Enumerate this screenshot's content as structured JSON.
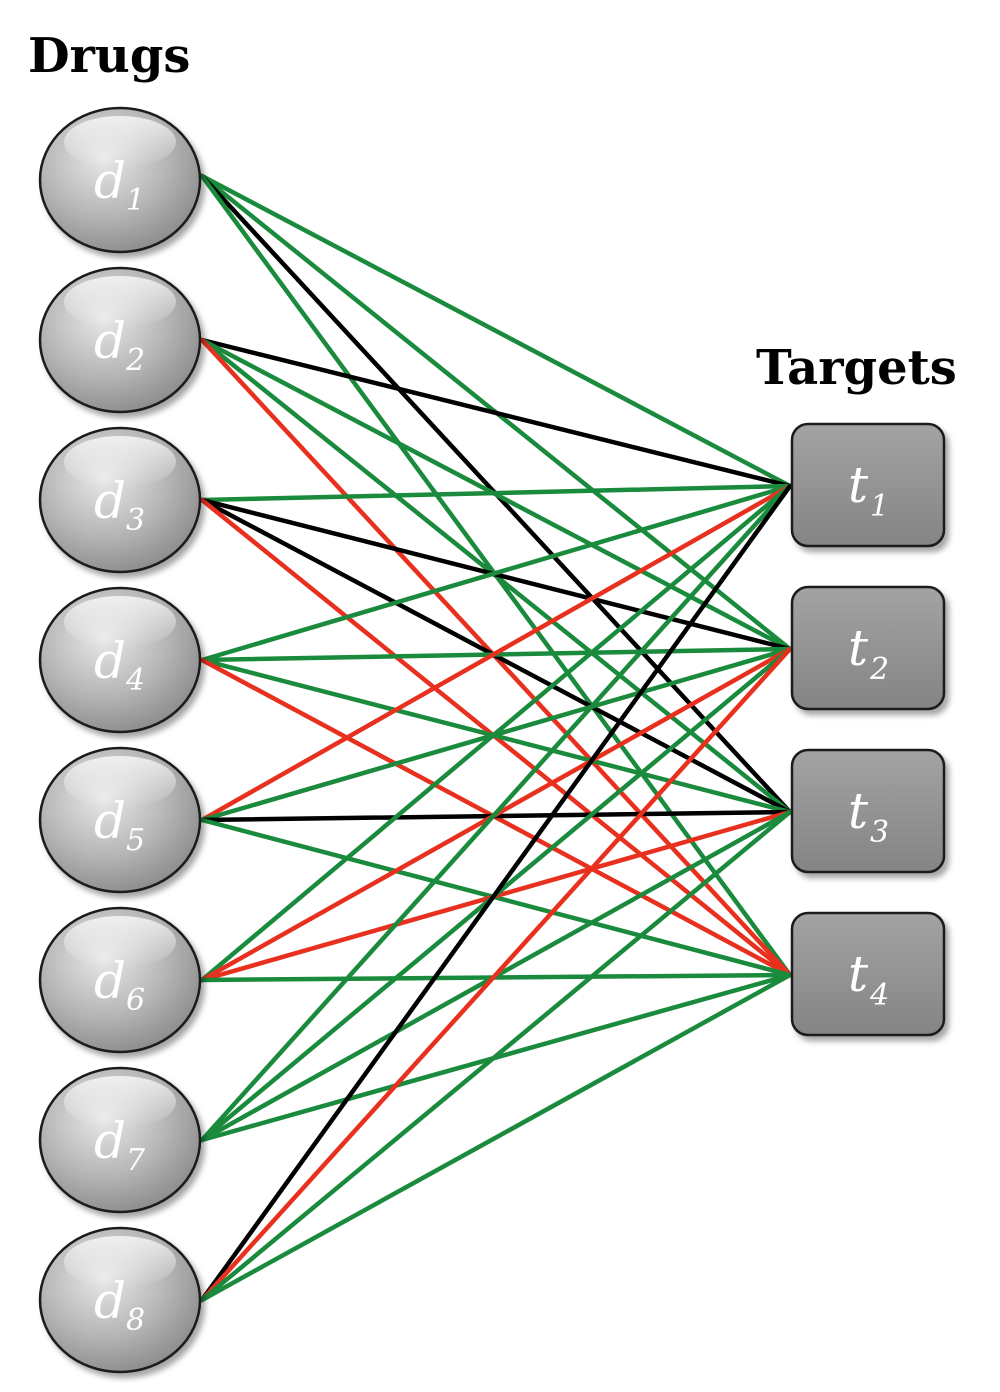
{
  "headings": {
    "drugs": "Drugs",
    "targets": "Targets"
  },
  "colors": {
    "green": "#1a8a3c",
    "red": "#e8301f",
    "black": "#000000",
    "drug_fill_light": "#e6e6e6",
    "drug_fill_dark": "#8c8c8c",
    "target_fill": "#8f8f8f"
  },
  "drugs": [
    {
      "id": "d1",
      "letter": "d",
      "sub": "1"
    },
    {
      "id": "d2",
      "letter": "d",
      "sub": "2"
    },
    {
      "id": "d3",
      "letter": "d",
      "sub": "3"
    },
    {
      "id": "d4",
      "letter": "d",
      "sub": "4"
    },
    {
      "id": "d5",
      "letter": "d",
      "sub": "5"
    },
    {
      "id": "d6",
      "letter": "d",
      "sub": "6"
    },
    {
      "id": "d7",
      "letter": "d",
      "sub": "7"
    },
    {
      "id": "d8",
      "letter": "d",
      "sub": "8"
    }
  ],
  "targets": [
    {
      "id": "t1",
      "letter": "t",
      "sub": "1"
    },
    {
      "id": "t2",
      "letter": "t",
      "sub": "2"
    },
    {
      "id": "t3",
      "letter": "t",
      "sub": "3"
    },
    {
      "id": "t4",
      "letter": "t",
      "sub": "4"
    }
  ],
  "edges": [
    {
      "drug": "d1",
      "target": "t1",
      "color": "green"
    },
    {
      "drug": "d1",
      "target": "t2",
      "color": "green"
    },
    {
      "drug": "d1",
      "target": "t3",
      "color": "black"
    },
    {
      "drug": "d1",
      "target": "t4",
      "color": "green"
    },
    {
      "drug": "d2",
      "target": "t1",
      "color": "black"
    },
    {
      "drug": "d2",
      "target": "t2",
      "color": "green"
    },
    {
      "drug": "d2",
      "target": "t3",
      "color": "green"
    },
    {
      "drug": "d2",
      "target": "t4",
      "color": "red"
    },
    {
      "drug": "d3",
      "target": "t1",
      "color": "green"
    },
    {
      "drug": "d3",
      "target": "t2",
      "color": "black"
    },
    {
      "drug": "d3",
      "target": "t3",
      "color": "black"
    },
    {
      "drug": "d3",
      "target": "t4",
      "color": "red"
    },
    {
      "drug": "d4",
      "target": "t1",
      "color": "green"
    },
    {
      "drug": "d4",
      "target": "t2",
      "color": "green"
    },
    {
      "drug": "d4",
      "target": "t3",
      "color": "green"
    },
    {
      "drug": "d4",
      "target": "t4",
      "color": "red"
    },
    {
      "drug": "d5",
      "target": "t1",
      "color": "red"
    },
    {
      "drug": "d5",
      "target": "t2",
      "color": "green"
    },
    {
      "drug": "d5",
      "target": "t3",
      "color": "black"
    },
    {
      "drug": "d5",
      "target": "t4",
      "color": "green"
    },
    {
      "drug": "d6",
      "target": "t1",
      "color": "green"
    },
    {
      "drug": "d6",
      "target": "t2",
      "color": "red"
    },
    {
      "drug": "d6",
      "target": "t3",
      "color": "red"
    },
    {
      "drug": "d6",
      "target": "t4",
      "color": "green"
    },
    {
      "drug": "d7",
      "target": "t1",
      "color": "green"
    },
    {
      "drug": "d7",
      "target": "t2",
      "color": "green"
    },
    {
      "drug": "d7",
      "target": "t3",
      "color": "green"
    },
    {
      "drug": "d7",
      "target": "t4",
      "color": "green"
    },
    {
      "drug": "d8",
      "target": "t1",
      "color": "black"
    },
    {
      "drug": "d8",
      "target": "t2",
      "color": "red"
    },
    {
      "drug": "d8",
      "target": "t3",
      "color": "green"
    },
    {
      "drug": "d8",
      "target": "t4",
      "color": "green"
    }
  ]
}
